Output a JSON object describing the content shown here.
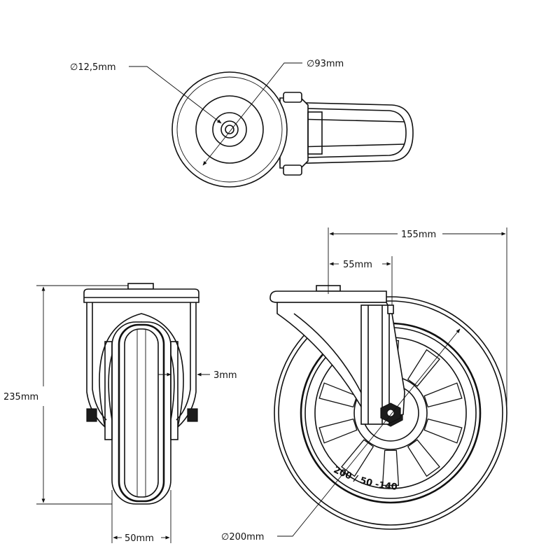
{
  "drawing": {
    "top_view": {
      "bolt_hole_diameter": "∅12,5mm",
      "plate_diameter": "∅93mm"
    },
    "front_view": {
      "overall_height": "235mm",
      "tread_clearance": "3mm",
      "wheel_width": "50mm"
    },
    "side_view": {
      "overall_length": "155mm",
      "offset": "55mm",
      "wheel_diameter": "∅200mm",
      "tread_marking": "200 / 50 -140"
    }
  }
}
